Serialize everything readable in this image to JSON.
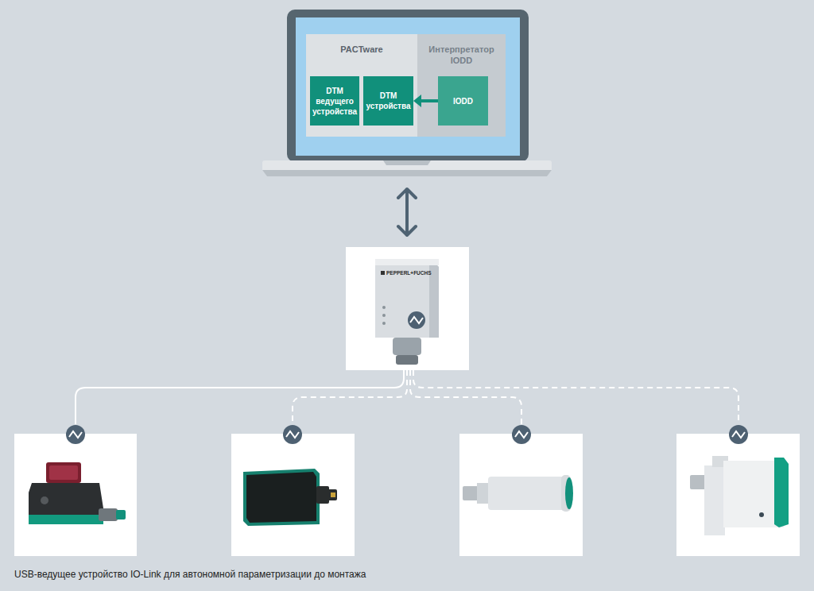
{
  "diagram": {
    "caption": "USB-ведущее устройство IO-Link для автономной параметризации до монтажа",
    "nodes": [
      {
        "text": [
          "PACTware"
        ]
      },
      {
        "text": [
          "DTM ведущего устройства"
        ],
        "in": 0
      },
      {
        "text": [
          "DTM устройства"
        ],
        "in": 0
      },
      {
        "text": [
          "Интерпретатор IODD"
        ]
      },
      {
        "text": [
          "IODD"
        ],
        "in": 3
      }
    ],
    "edges": [
      {
        "from": 4,
        "to": 2,
        "arrow": "to"
      }
    ],
    "labels": [
      "PEPPERL+FUCHS"
    ]
  }
}
